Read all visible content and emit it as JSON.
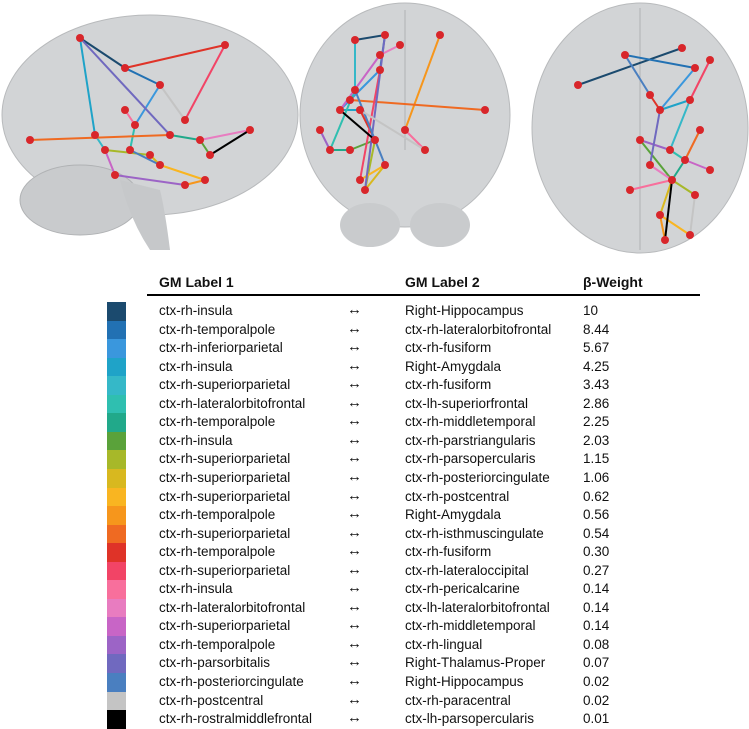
{
  "table": {
    "headers": {
      "label1": "GM Label 1",
      "label2": "GM Label 2",
      "weight": "β-Weight"
    },
    "arrow": "↔",
    "rows": [
      {
        "color": "#1b4a6e",
        "label1": "ctx-rh-insula",
        "label2": "Right-Hippocampus",
        "weight": "10"
      },
      {
        "color": "#2271b3",
        "label1": "ctx-rh-temporalpole",
        "label2": "ctx-rh-lateralorbitofrontal",
        "weight": "8.44"
      },
      {
        "color": "#3a97dd",
        "label1": "ctx-rh-inferiorparietal",
        "label2": "ctx-rh-fusiform",
        "weight": "5.67"
      },
      {
        "color": "#1fa3c8",
        "label1": "ctx-rh-insula",
        "label2": "Right-Amygdala",
        "weight": "4.25"
      },
      {
        "color": "#35b8c8",
        "label1": "ctx-rh-superiorparietal",
        "label2": "ctx-rh-fusiform",
        "weight": "3.43"
      },
      {
        "color": "#2fbfb0",
        "label1": "ctx-rh-lateralorbitofrontal",
        "label2": "ctx-lh-superiorfrontal",
        "weight": "2.86"
      },
      {
        "color": "#21a98a",
        "label1": "ctx-rh-temporalpole",
        "label2": "ctx-rh-middletemporal",
        "weight": "2.25"
      },
      {
        "color": "#5aa23a",
        "label1": "ctx-rh-insula",
        "label2": "ctx-rh-parstriangularis",
        "weight": "2.03"
      },
      {
        "color": "#a7b829",
        "label1": "ctx-rh-superiorparietal",
        "label2": "ctx-rh-parsopercularis",
        "weight": "1.15"
      },
      {
        "color": "#d8b81f",
        "label1": "ctx-rh-superiorparietal",
        "label2": "ctx-rh-posteriorcingulate",
        "weight": "1.06"
      },
      {
        "color": "#f9b521",
        "label1": "ctx-rh-superiorparietal",
        "label2": "ctx-rh-postcentral",
        "weight": "0.62"
      },
      {
        "color": "#f6961c",
        "label1": "ctx-rh-temporalpole",
        "label2": "Right-Amygdala",
        "weight": "0.56"
      },
      {
        "color": "#ef6a22",
        "label1": "ctx-rh-superiorparietal",
        "label2": "ctx-rh-isthmuscingulate",
        "weight": "0.54"
      },
      {
        "color": "#df3328",
        "label1": "ctx-rh-temporalpole",
        "label2": "ctx-rh-fusiform",
        "weight": "0.30"
      },
      {
        "color": "#f24466",
        "label1": "ctx-rh-superiorparietal",
        "label2": "ctx-rh-lateraloccipital",
        "weight": "0.27"
      },
      {
        "color": "#f86f9c",
        "label1": "ctx-rh-insula",
        "label2": "ctx-rh-pericalcarine",
        "weight": "0.14"
      },
      {
        "color": "#e87cc0",
        "label1": "ctx-rh-lateralorbitofrontal",
        "label2": "ctx-lh-lateralorbitofrontal",
        "weight": "0.14"
      },
      {
        "color": "#c865c6",
        "label1": "ctx-rh-superiorparietal",
        "label2": "ctx-rh-middletemporal",
        "weight": "0.14"
      },
      {
        "color": "#9c64c6",
        "label1": "ctx-rh-temporalpole",
        "label2": "ctx-rh-lingual",
        "weight": "0.08"
      },
      {
        "color": "#7069bf",
        "label1": "ctx-rh-parsorbitalis",
        "label2": "Right-Thalamus-Proper",
        "weight": "0.07"
      },
      {
        "color": "#4a7fc0",
        "label1": "ctx-rh-posteriorcingulate",
        "label2": "Right-Hippocampus",
        "weight": "0.02"
      },
      {
        "color": "#c4c4c4",
        "label1": "ctx-rh-postcentral",
        "label2": "ctx-rh-paracentral",
        "weight": "0.02"
      },
      {
        "color": "#000000",
        "label1": "ctx-rh-rostralmiddlefrontal",
        "label2": "ctx-lh-parsopercularis",
        "weight": "0.01"
      }
    ]
  },
  "colors": {
    "brain": "#d2d4d6",
    "node": "#d8262b"
  }
}
